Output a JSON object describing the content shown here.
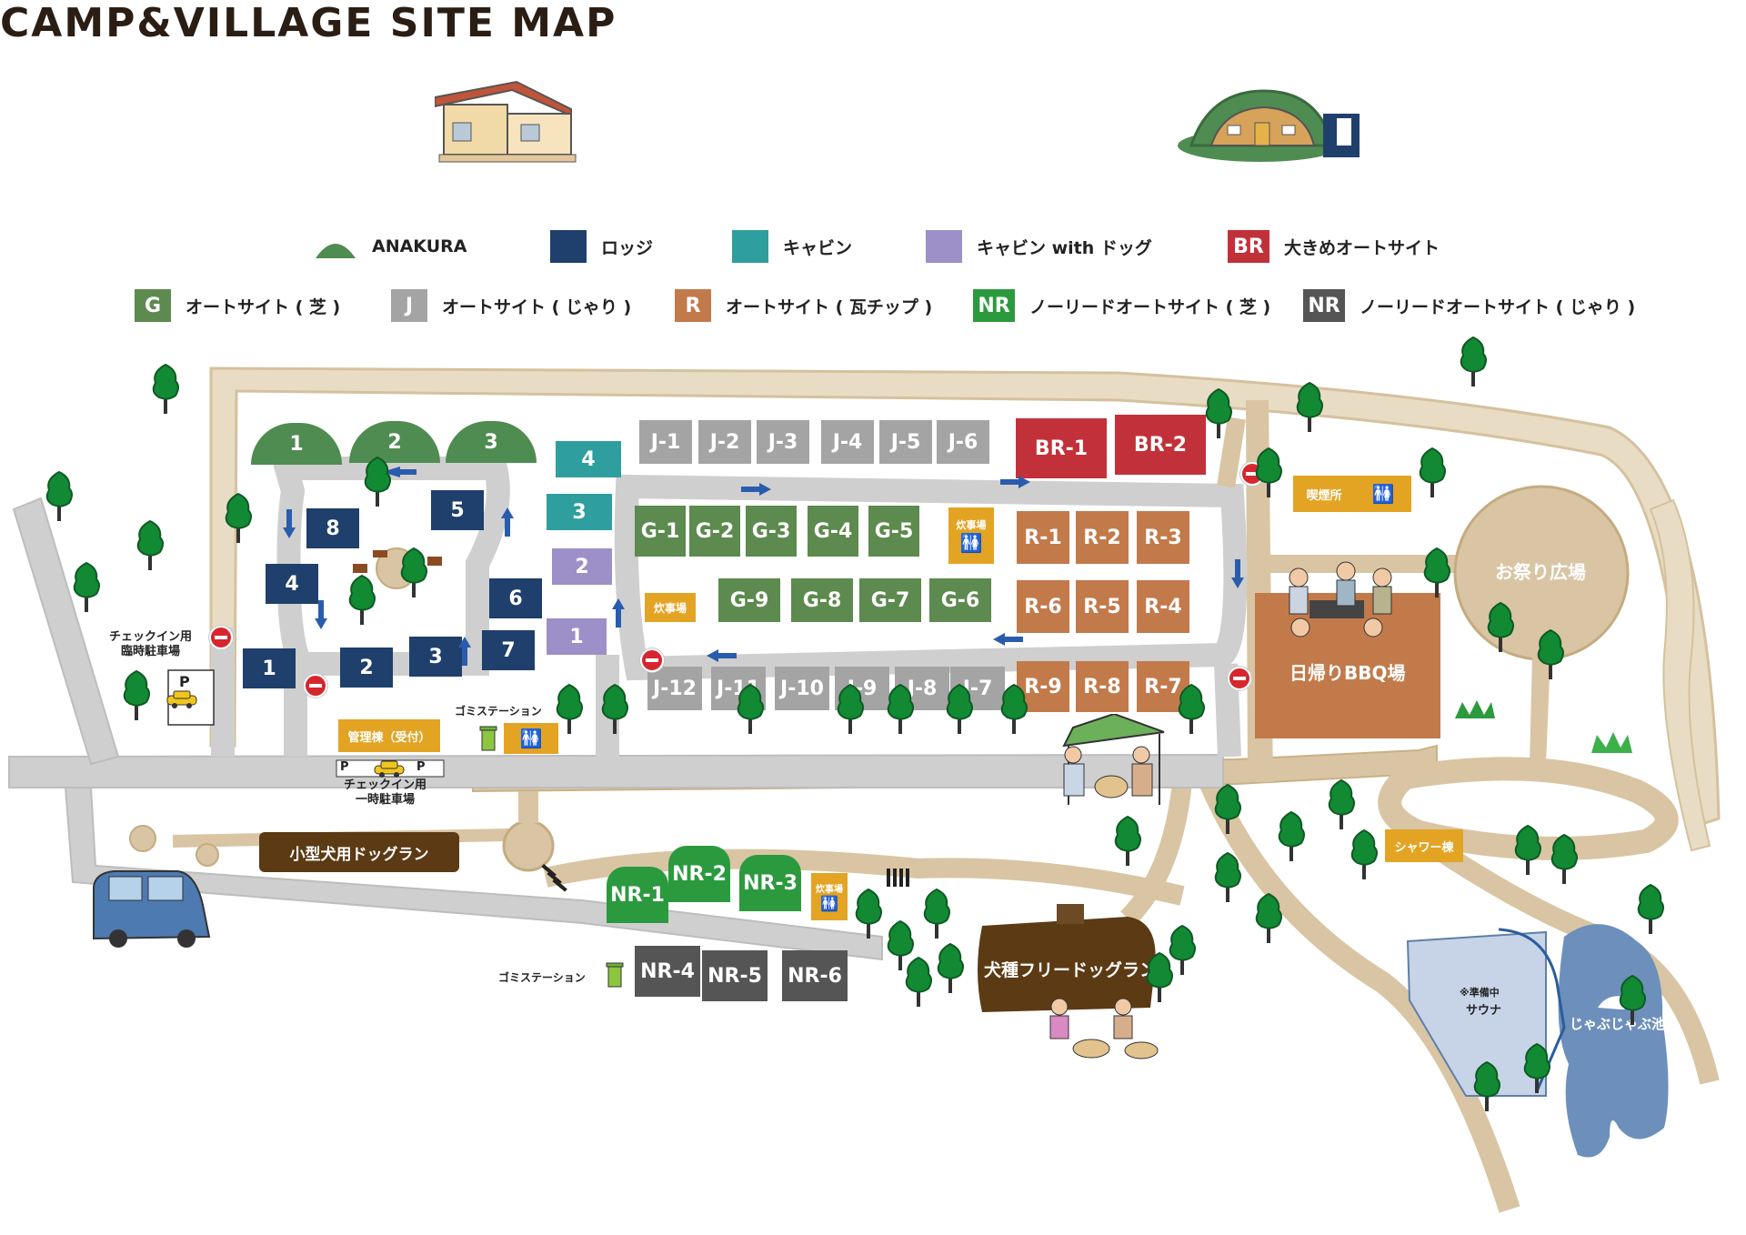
{
  "title": "CAMP&VILLAGE SITE MAP",
  "colors": {
    "anakura": "#4f8c52",
    "lodge": "#1f3f6c",
    "cabin": "#2f9e9e",
    "cabin_dog": "#9d8fc8",
    "big_auto": "#c2313a",
    "auto_grass": "#5d8a4e",
    "auto_gravel": "#a4a4a4",
    "auto_tile": "#c27a4b",
    "nr_grass": "#2b9a3e",
    "nr_gravel": "#555555",
    "road_tan": "#d9c5a3",
    "road_gray": "#cfcfcf",
    "facility_orange": "#e3a424",
    "dogrun_brown": "#5c3a14",
    "pond_blue": "#6d8fbb",
    "sauna_blue": "#c7d4e8"
  },
  "legend": [
    {
      "badge": "",
      "label": "ANAKURA",
      "icon": "dome-icon",
      "color": "#4f8c52"
    },
    {
      "badge": "",
      "label": "ロッジ",
      "icon": "square-icon",
      "color": "#1f3f6c"
    },
    {
      "badge": "",
      "label": "キャビン",
      "icon": "square-icon",
      "color": "#2f9e9e"
    },
    {
      "badge": "",
      "label": "キャビン with ドッグ",
      "icon": "square-icon",
      "color": "#9d8fc8"
    },
    {
      "badge": "BR",
      "label": "大きめオートサイト",
      "icon": "badge-icon",
      "color": "#c2313a"
    },
    {
      "badge": "G",
      "label": "オートサイト ( 芝 )",
      "icon": "badge-icon",
      "color": "#5d8a4e"
    },
    {
      "badge": "J",
      "label": "オートサイト ( じゃり )",
      "icon": "badge-icon",
      "color": "#a4a4a4"
    },
    {
      "badge": "R",
      "label": "オートサイト ( 瓦チップ )",
      "icon": "badge-icon",
      "color": "#c27a4b"
    },
    {
      "badge": "NR",
      "label": "ノーリードオートサイト ( 芝 )",
      "icon": "badge-icon",
      "color": "#2b9a3e"
    },
    {
      "badge": "NR",
      "label": "ノーリードオートサイト ( じゃり )",
      "icon": "badge-icon",
      "color": "#555555"
    }
  ],
  "sites": {
    "anakura": [
      "1",
      "2",
      "3"
    ],
    "lodges": [
      "1",
      "2",
      "3",
      "4",
      "5",
      "6",
      "7",
      "8"
    ],
    "cabins": [
      "4",
      "3"
    ],
    "cabins_dog": [
      "2",
      "1"
    ],
    "j_top": [
      "J-1",
      "J-2",
      "J-3",
      "J-4",
      "J-5",
      "J-6"
    ],
    "j_bottom": [
      "J-12",
      "J-11",
      "J-10",
      "J-9",
      "J-8",
      "J-7"
    ],
    "br": [
      "BR-1",
      "BR-2"
    ],
    "g_top": [
      "G-1",
      "G-2",
      "G-3",
      "G-4",
      "G-5"
    ],
    "g_bottom": [
      "G-9",
      "G-8",
      "G-7",
      "G-6"
    ],
    "r_top": [
      "R-1",
      "R-2",
      "R-3"
    ],
    "r_mid": [
      "R-6",
      "R-5",
      "R-4"
    ],
    "r_bottom": [
      "R-9",
      "R-8",
      "R-7"
    ],
    "nr_grass": [
      "NR-1",
      "NR-2",
      "NR-3"
    ],
    "nr_gravel": [
      "NR-4",
      "NR-5",
      "NR-6"
    ]
  },
  "places": {
    "checkin_temp_parking": "チェックイン用\n臨時駐車場",
    "parking_p": "P",
    "office": "管理棟（受付）",
    "checkin_short_parking": "チェックイン用\n一時駐車場",
    "garbage1": "ゴミステーション",
    "garbage2": "ゴミステーション",
    "kitchen1": "炊事場",
    "kitchen2": "炊事場",
    "kitchen3": "炊事場",
    "smoking": "喫煙所",
    "festival": "お祭り広場",
    "day_bbq": "日帰りBBQ場",
    "shower": "シャワー棟",
    "small_dogrun": "小型犬用ドッグラン",
    "free_dogrun": "犬種フリードッグラン",
    "sauna_note": "※準備中",
    "sauna": "サウナ",
    "pond": "じゃぶじゃぶ池"
  }
}
